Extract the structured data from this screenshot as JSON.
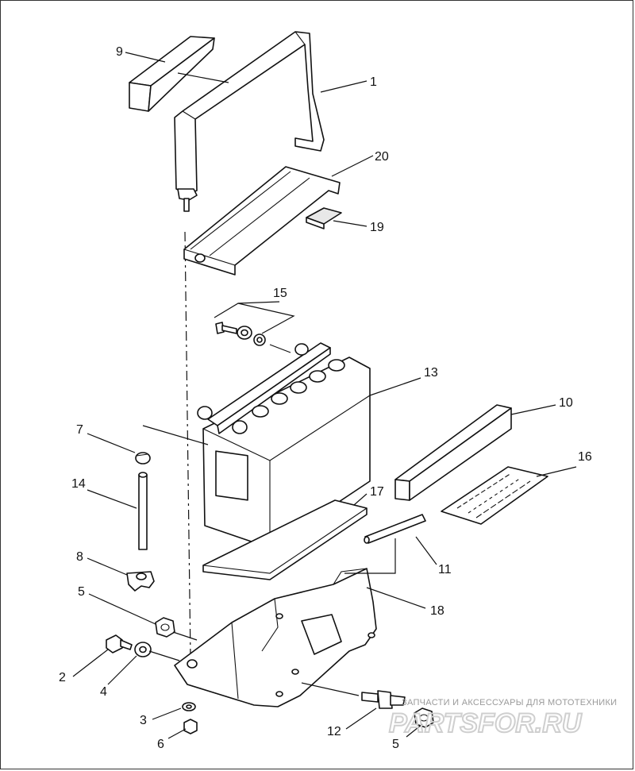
{
  "callouts": {
    "c1": "1",
    "c2": "2",
    "c3": "3",
    "c4": "4",
    "c5a": "5",
    "c5b": "5",
    "c6": "6",
    "c7": "7",
    "c8": "8",
    "c9": "9",
    "c10": "10",
    "c11": "11",
    "c12": "12",
    "c13": "13",
    "c14": "14",
    "c15": "15",
    "c16": "16",
    "c17": "17",
    "c18": "18",
    "c19": "19",
    "c20": "20"
  },
  "watermark": {
    "tagline": "ЗАПЧАСТИ И АКСЕССУАРЫ ДЛЯ МОТОТЕХНИКИ",
    "brand": "PARTSFOR.RU"
  }
}
